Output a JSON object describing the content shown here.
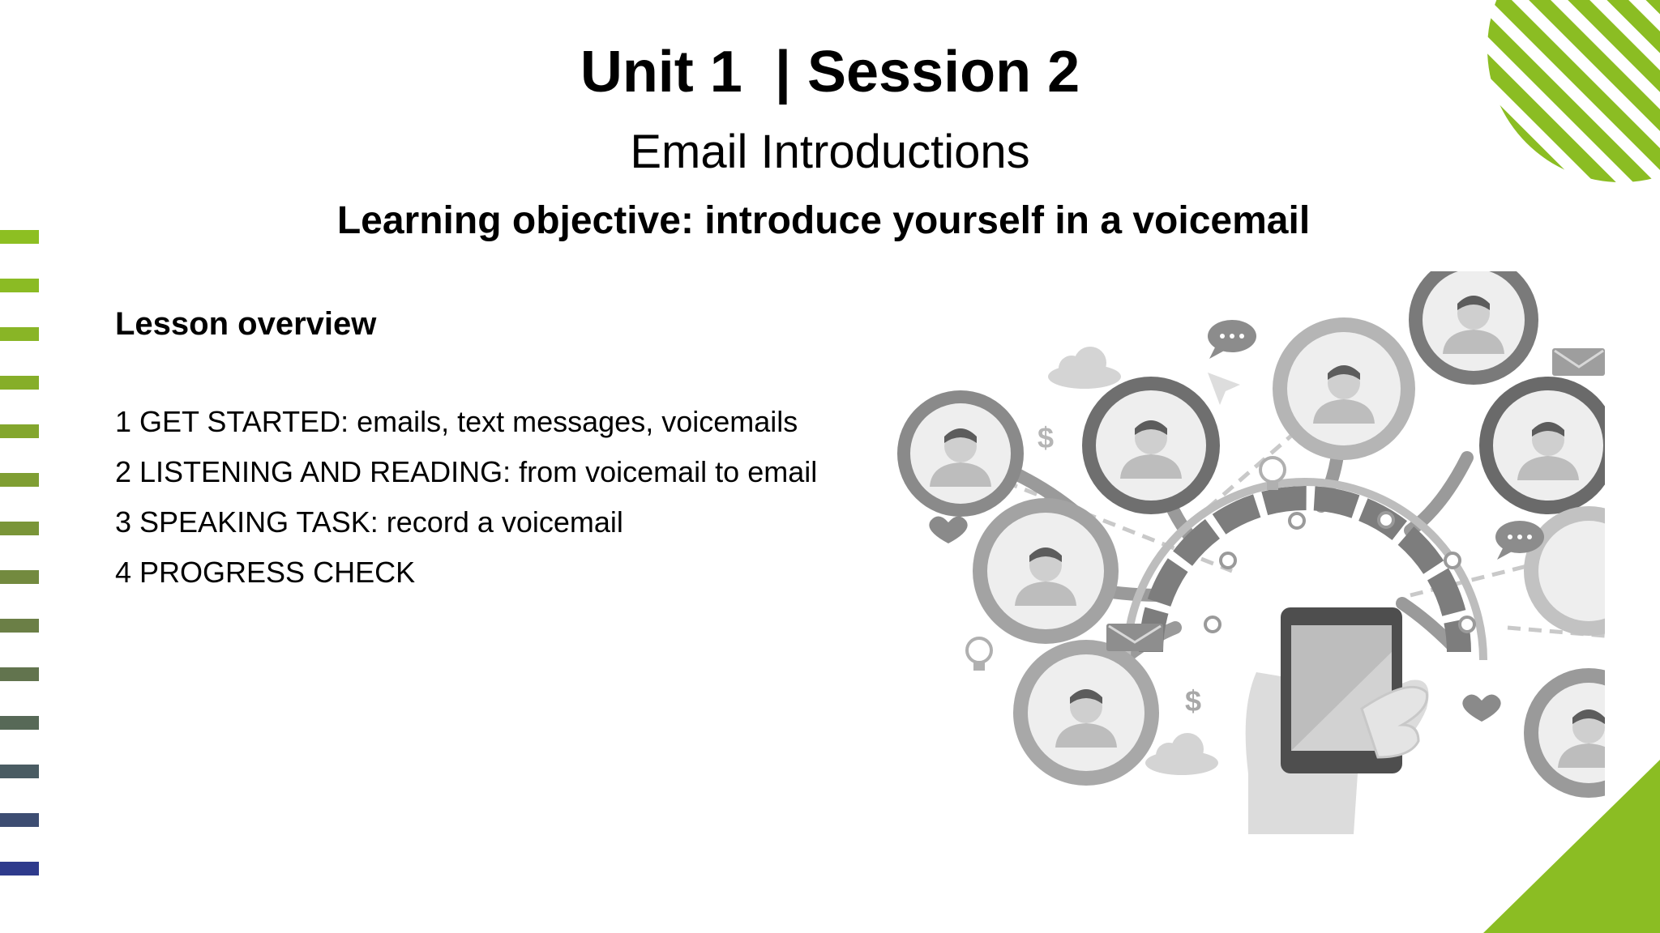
{
  "slide": {
    "title": "Unit 1  | Session 2",
    "subtitle": "Email Introductions",
    "objective": "Learning objective: introduce yourself in a voicemail",
    "overview_heading": "Lesson overview",
    "lesson_items": [
      "1 GET STARTED: emails, text messages, voicemails",
      "2 LISTENING AND READING: from voicemail to email",
      "3 SPEAKING TASK: record a voicemail",
      "4 PROGRESS CHECK"
    ]
  },
  "illustration": {
    "icon_dollar": "$",
    "subject": "people-network-around-smartphone"
  },
  "colors": {
    "accent_green": "#8bbd23",
    "dash_top": "#8dbf22",
    "dash_bottom": "#2e3a8c"
  }
}
